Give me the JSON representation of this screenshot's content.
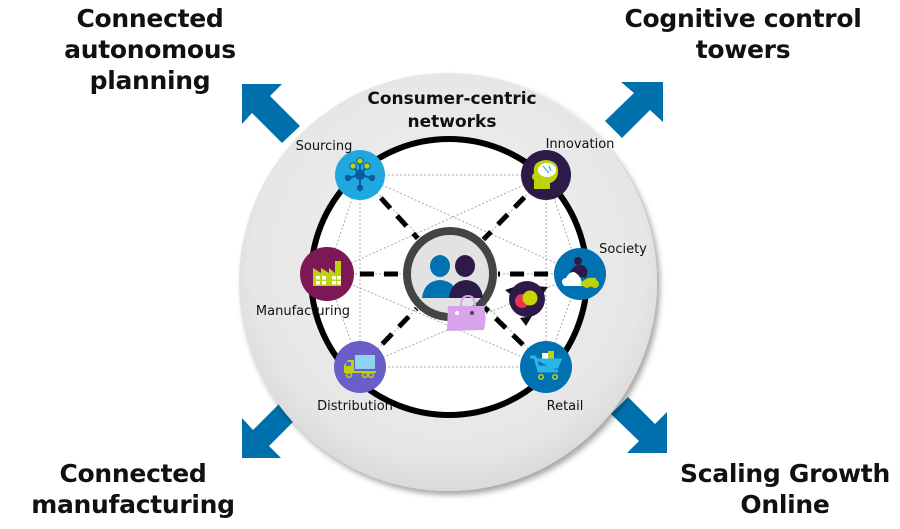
{
  "corner_titles": {
    "top_left": [
      "Connected",
      "autonomous planning"
    ],
    "top_right": [
      "Cognitive control",
      "towers"
    ],
    "bottom_left": [
      "Connected",
      "manufacturing"
    ],
    "bottom_right": [
      "Scaling Growth",
      "Online"
    ]
  },
  "hub": {
    "title_lines": [
      "Consumer-centric",
      "networks"
    ],
    "icon": "consumers-with-shopping-bag-icon"
  },
  "nodes": [
    {
      "id": "sourcing",
      "label": "Sourcing",
      "icon": "network-hub-icon",
      "color": "#1fa8df"
    },
    {
      "id": "innovation",
      "label": "Innovation",
      "icon": "brain-head-icon",
      "color": "#2e1a47"
    },
    {
      "id": "manufacturing",
      "label": "Manufacturing",
      "icon": "factory-icon",
      "color": "#7d1857"
    },
    {
      "id": "society",
      "label": "Society",
      "icon": "community-people-icon",
      "color": "#0072b1"
    },
    {
      "id": "distribution",
      "label": "Distribution",
      "icon": "truck-icon",
      "color": "#6a5fc8"
    },
    {
      "id": "retail",
      "label": "Retail",
      "icon": "shopping-cart-icon",
      "color": "#0072b1"
    }
  ],
  "extra_icons": [
    "speech-bubbles-icon"
  ],
  "colors": {
    "arrow": "#0070ad",
    "disc": "#e8e8e8",
    "ring": "#000000",
    "hub_ring": "#444444",
    "accent_green": "#bcd20a",
    "accent_lilac": "#d6a3ec"
  }
}
